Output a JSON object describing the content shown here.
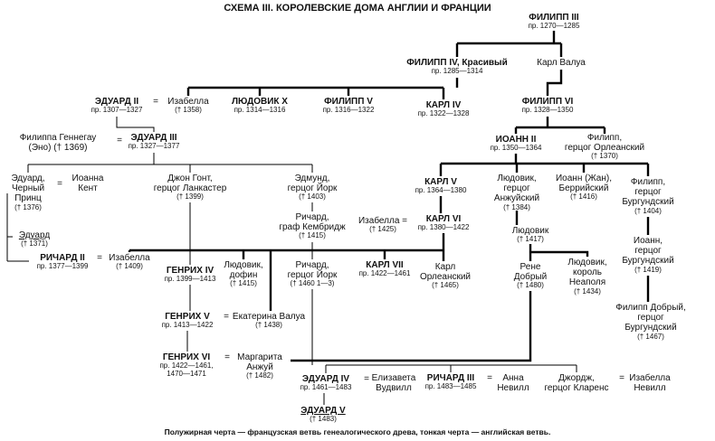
{
  "title": "СХЕМА III. КОРОЛЕВСКИЕ ДОМА АНГЛИИ И ФРАНЦИИ",
  "footnote": "Полужирная черта — французская ветвь генеалогического древа, тонкая черта — английская ветвь.",
  "eq": "=",
  "legend": {
    "bold_line_color": "#000000",
    "thin_line_color": "#000000",
    "bold_line_meaning": "французская ветвь",
    "thin_line_meaning": "английская ветвь"
  },
  "nodes": {
    "philip3": {
      "name": "ФИЛИПП III",
      "detail": "пр. 1270—1285"
    },
    "philip4": {
      "name": "ФИЛИПП IV, Красивый",
      "detail": "пр. 1285—1314"
    },
    "karl_valua": {
      "plain": "Карл Валуа"
    },
    "eduard2": {
      "name": "ЭДУАРД II",
      "detail": "пр. 1307—1327"
    },
    "izabella_fr": {
      "plain": "Изабелла",
      "detail": "(† 1358)"
    },
    "ludovik10": {
      "name": "ЛЮДОВИК X",
      "detail": "пр. 1314—1316"
    },
    "philip5": {
      "name": "ФИЛИПП V",
      "detail": "пр. 1316—1322"
    },
    "karl4": {
      "name": "КАРЛ IV",
      "detail": "пр. 1322—1328"
    },
    "philip6": {
      "name": "ФИЛИПП VI",
      "detail": "пр. 1328—1350"
    },
    "philippa": {
      "plain": "Филиппа Геннегау\n(Эно) († 1369)"
    },
    "eduard3": {
      "name": "ЭДУАРД III",
      "detail": "пр. 1327—1377"
    },
    "ioann2": {
      "name": "ИОАНН II",
      "detail": "пр. 1350—1364"
    },
    "philip_orlean": {
      "plain": "Филипп,\nгерцог Орлеанский",
      "detail": "(† 1370)"
    },
    "black_prince": {
      "plain": "Эдуард,\nЧерный\nПринц",
      "detail": "(† 1376)"
    },
    "ioanna_kent": {
      "plain": "Иоанна\nКент"
    },
    "john_gaunt": {
      "plain": "Джон Гонт,\nгерцог Ланкастер",
      "detail": "(† 1399)"
    },
    "edmund_york": {
      "plain": "Эдмунд,\nгерцог Йорк",
      "detail": "(† 1403)"
    },
    "karl5": {
      "name": "КАРЛ V",
      "detail": "пр. 1364—1380"
    },
    "ludovik_anjou": {
      "plain": "Людовик,\nгерцог\nАнжуйский",
      "detail": "(† 1384)"
    },
    "ioann_jan": {
      "plain": "Иоанн (Жан),\nБеррийский",
      "detail": "(† 1416)"
    },
    "philip_burg": {
      "plain": "Филипп,\nгерцог\nБургундский",
      "detail": "(† 1404)"
    },
    "richard_cambridge": {
      "plain": "Ричард,\nграф Кембридж",
      "detail": "(† 1415)"
    },
    "izabella_bav": {
      "plain": "Изабелла =",
      "detail": "(† 1425)"
    },
    "karl6": {
      "name": "КАРЛ VI",
      "detail": "пр. 1380—1422"
    },
    "ludovik_2": {
      "plain": "Людовик",
      "detail": "(† 1417)"
    },
    "eduard_1371": {
      "plain": "Эдуард",
      "detail": "(† 1371)"
    },
    "ioann_burg": {
      "plain": "Иоанн,\nгерцог\nБургундский",
      "detail": "(† 1419)"
    },
    "richard2": {
      "name": "РИЧАРД II",
      "detail": "пр. 1377—1399"
    },
    "izabella_1409": {
      "plain": "Изабелла",
      "detail": "(† 1409)"
    },
    "genrih4": {
      "name": "ГЕНРИХ IV",
      "detail": "пр. 1399—1413"
    },
    "ludovik_dofin": {
      "plain": "Людовик,\nдофин",
      "detail": "(† 1415)"
    },
    "richard_york": {
      "plain": "Ричард,\nгерцог Йорк",
      "detail": "(† 1460 1—3)"
    },
    "karl7": {
      "name": "КАРЛ VII",
      "detail": "пр. 1422—1461"
    },
    "karl_orlean": {
      "plain": "Карл\nОрлеанский",
      "detail": "(† 1465)"
    },
    "rene": {
      "plain": "Рене\nДобрый",
      "detail": "(† 1480)"
    },
    "ludovik_neapol": {
      "plain": "Людовик,\nкороль\nНеаполя",
      "detail": "(† 1434)"
    },
    "philip_dobry": {
      "plain": "Филипп Добрый,\nгерцог\nБургундский",
      "detail": "(† 1467)"
    },
    "genrih5": {
      "name": "ГЕНРИХ V",
      "detail": "пр. 1413—1422"
    },
    "ekaterina": {
      "plain": "Екатерина Валуа",
      "detail": "(† 1438)"
    },
    "genrih6": {
      "name": "ГЕНРИХ VI",
      "detail": "пр. 1422—1461,\n1470—1471"
    },
    "margarita": {
      "plain": "Маргарита\nАнжуй",
      "detail": "(† 1482)"
    },
    "eduard4": {
      "name": "ЭДУАРД IV",
      "detail": "пр. 1461—1483"
    },
    "elizaveta": {
      "plain": "Елизавета\nВудвилл"
    },
    "richard3": {
      "name": "РИЧАРД III",
      "detail": "пр. 1483—1485"
    },
    "anna_nevill": {
      "plain": "Анна\nНевилл"
    },
    "george": {
      "plain": "Джордж,\nгерцог Кларенс"
    },
    "izabella_nevill": {
      "plain": "Изабелла\nНевилл"
    },
    "eduard5": {
      "name": "ЭДУАРД V",
      "detail": "(† 1483)"
    }
  }
}
